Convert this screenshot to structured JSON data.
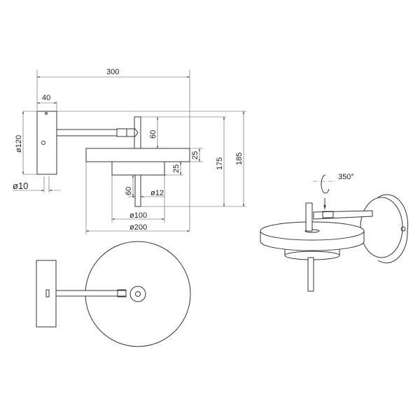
{
  "dimensions": {
    "width_total": "300",
    "plate_depth": "40",
    "plate_diameter": "ø120",
    "arm_diameter": "ø10",
    "stem_height": "60",
    "disk_thickness": "25",
    "lower_disk_thickness": "25",
    "height_175": "175",
    "height_185": "185",
    "rod_length": "60",
    "rod_diameter": "ø12",
    "lower_disk_diameter": "ø100",
    "disk_diameter": "ø200"
  },
  "rotation": {
    "label": "350°"
  }
}
